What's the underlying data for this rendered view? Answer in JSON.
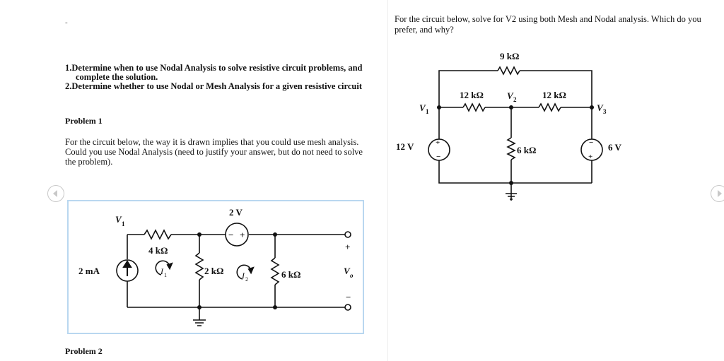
{
  "left": {
    "dash": "-",
    "objectives": [
      "1.Determine when to use Nodal Analysis to solve resistive circuit problems, and",
      "complete the solution.",
      "2.Determine whether to use Nodal or Mesh Analysis for a given resistive circuit"
    ],
    "problem1_title": "Problem 1",
    "problem1_text": [
      "For the circuit below, the way it is drawn implies that you could use mesh analysis.",
      "Could you use Nodal Analysis (need to justify your answer, but do not need to solve",
      "the problem)."
    ],
    "problem2_title": "Problem 2",
    "circuit1": {
      "source_current": "2 mA",
      "source_voltage": "2 V",
      "r1": "4 kΩ",
      "r2": "2 kΩ",
      "r3": "6 kΩ",
      "node_v1": "V",
      "node_v1_sub": "1",
      "mesh1": "I",
      "mesh1_sub": "1",
      "mesh2": "I",
      "mesh2_sub": "2",
      "output": "V",
      "output_sub": "o",
      "plus": "+",
      "minus": "−"
    }
  },
  "right": {
    "question": "For the circuit below, solve for V2 using both Mesh and Nodal analysis.  Which do you prefer, and why?",
    "circuit2": {
      "r_top": "9 kΩ",
      "r_left": "12 kΩ",
      "r_right": "12 kΩ",
      "r_mid": "6 kΩ",
      "v_left": "12 V",
      "v_right": "6 V",
      "node_v": "V",
      "n1": "1",
      "n2": "2",
      "n3": "3",
      "plus": "+",
      "minus": "−"
    }
  },
  "nav": {
    "prev_icon": "chevron-left-icon",
    "next_icon": "chevron-right-icon"
  }
}
